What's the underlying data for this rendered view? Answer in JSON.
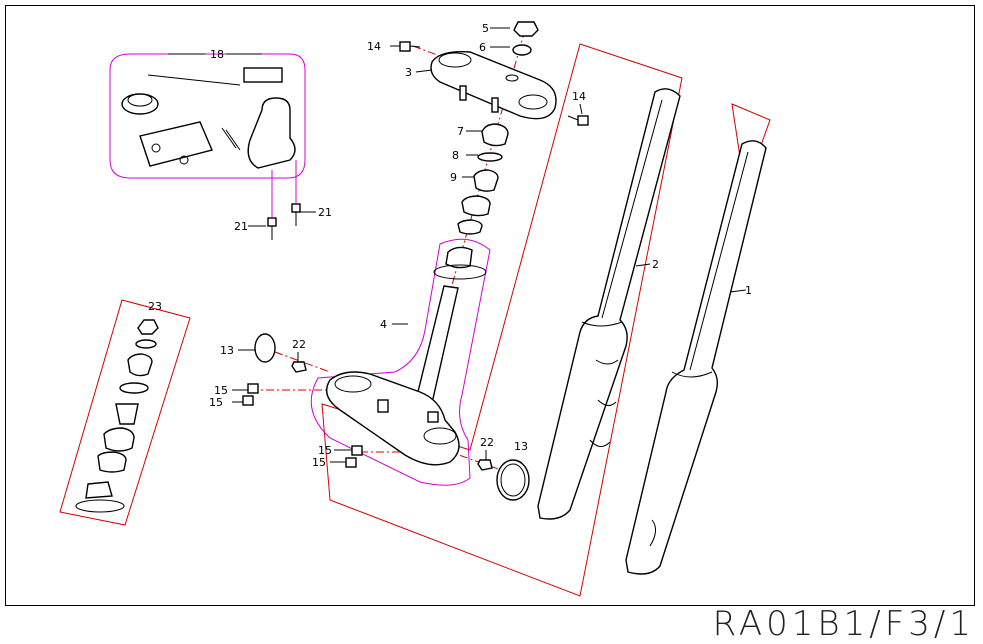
{
  "drawing_code": "RA01B1/F3/1",
  "callouts": [
    {
      "id": "c1",
      "text": "1"
    },
    {
      "id": "c2",
      "text": "2"
    },
    {
      "id": "c3",
      "text": "3"
    },
    {
      "id": "c4",
      "text": "4"
    },
    {
      "id": "c5",
      "text": "5"
    },
    {
      "id": "c6",
      "text": "6"
    },
    {
      "id": "c7",
      "text": "7"
    },
    {
      "id": "c8",
      "text": "8"
    },
    {
      "id": "c9",
      "text": "9"
    },
    {
      "id": "c13a",
      "text": "13"
    },
    {
      "id": "c13b",
      "text": "13"
    },
    {
      "id": "c14a",
      "text": "14"
    },
    {
      "id": "c14b",
      "text": "14"
    },
    {
      "id": "c15a",
      "text": "15"
    },
    {
      "id": "c15b",
      "text": "15"
    },
    {
      "id": "c15c",
      "text": "15"
    },
    {
      "id": "c15d",
      "text": "15"
    },
    {
      "id": "c18",
      "text": "18"
    },
    {
      "id": "c21a",
      "text": "21"
    },
    {
      "id": "c21b",
      "text": "21"
    },
    {
      "id": "c22a",
      "text": "22"
    },
    {
      "id": "c22b",
      "text": "22"
    },
    {
      "id": "c23",
      "text": "23"
    }
  ],
  "colors": {
    "group_outline": "#d40000",
    "kit_outline": "#d400d4",
    "line": "#000000"
  }
}
